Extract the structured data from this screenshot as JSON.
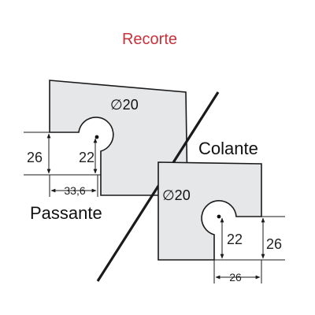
{
  "title": "Recorte",
  "colors": {
    "title": "#c8303a",
    "plate": "#e6e7e9",
    "line": "#1a1a1a"
  },
  "left": {
    "label": "Passante",
    "diameter": "∅20",
    "dim_height": "26",
    "dim_hole": "22",
    "dim_width": "33,6"
  },
  "right": {
    "label": "Colante",
    "diameter": "∅20",
    "dim_height": "26",
    "dim_hole": "22",
    "dim_width": "26"
  }
}
